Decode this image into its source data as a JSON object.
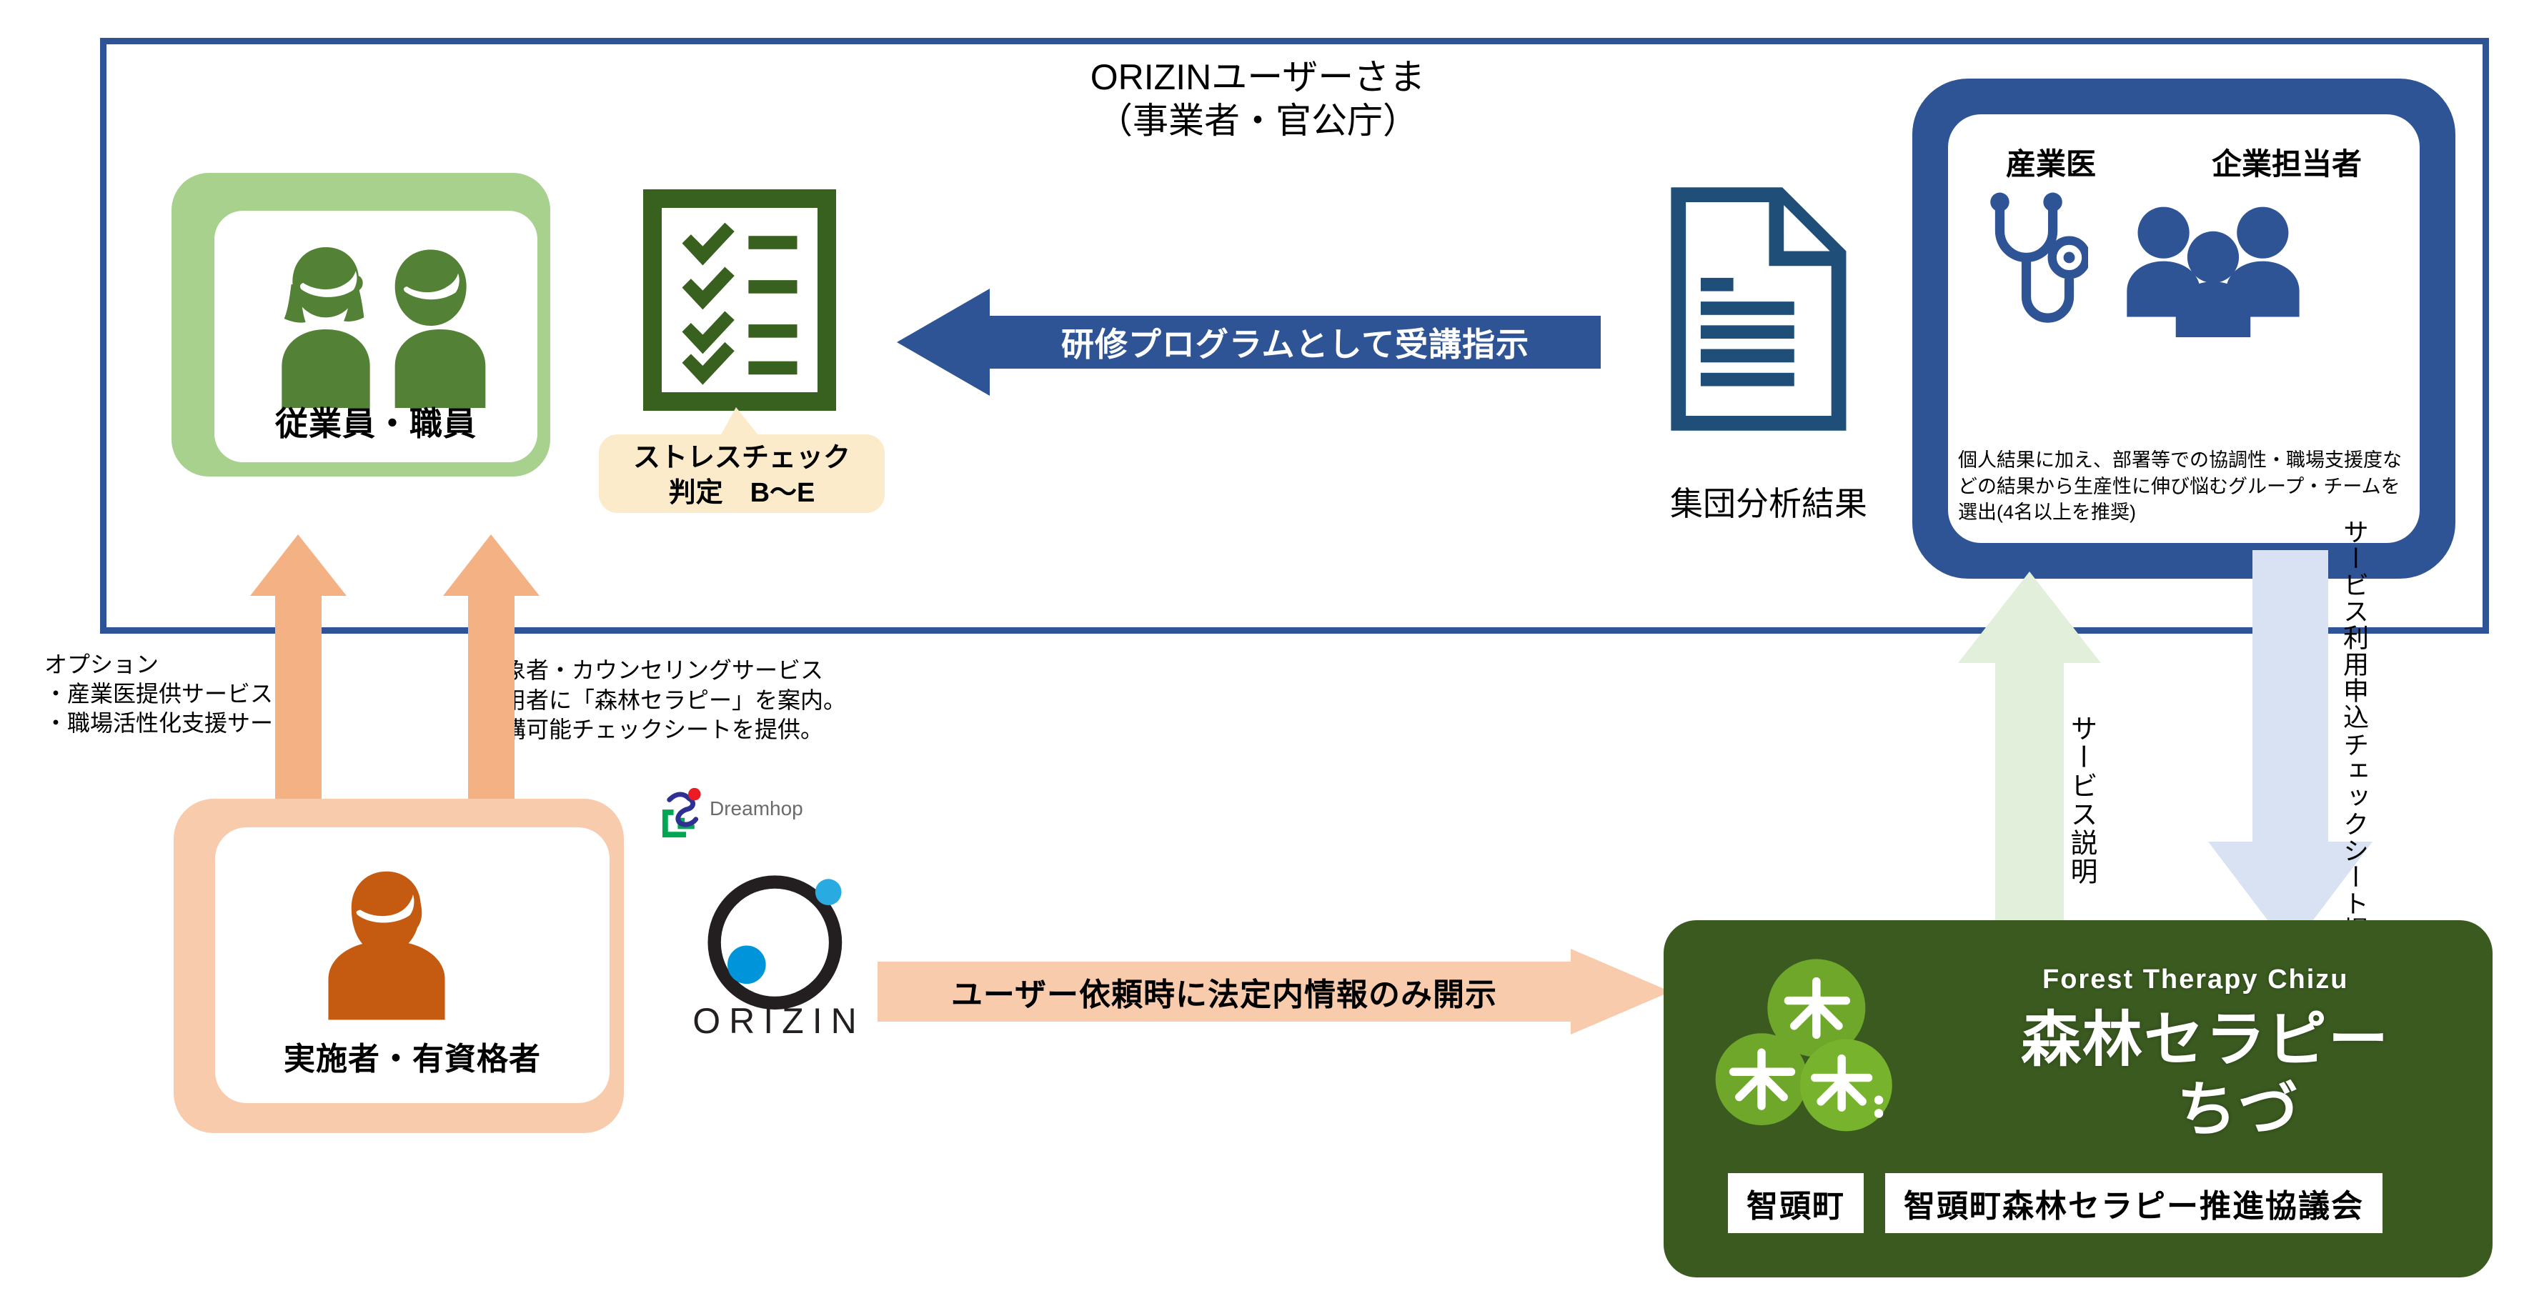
{
  "frame": {
    "title": "ORIZINユーザーさま\n（事業者・官公庁）",
    "border_color": "#2E5496"
  },
  "employees": {
    "label": "従業員・職員",
    "card_color": "#A9D18E",
    "icon": "two-people-icon"
  },
  "checklist": {
    "icon": "checklist-icon",
    "color": "#38601F"
  },
  "stress_callout": {
    "text": "ストレスチェック\n判定　B～E",
    "bg": "#FCEBCB"
  },
  "training_arrow": {
    "label": "研修プログラムとして受講指示",
    "color": "#2E5496",
    "direction": "left"
  },
  "group_analysis": {
    "label": "集団分析結果",
    "icon": "document-icon",
    "color": "#1F4E79"
  },
  "blue_box": {
    "heading_left": "産業医",
    "heading_right": "企業担当者",
    "icon_left": "stethoscope-icon",
    "icon_right": "people-group-icon",
    "description": "個人結果に加え、部署等での協調性・職場支援度などの結果から生産性に伸び悩むグループ・チームを選出(4名以上を推奨)",
    "color": "#2E5496"
  },
  "service_arrow": {
    "label": "サービス説明",
    "color": "#E2EFDA",
    "direction": "up"
  },
  "apply_arrow": {
    "label_line1": "チェックシート提出",
    "label_line2": "サービス利用申込",
    "color": "#D9E2F3",
    "direction": "down"
  },
  "notes": {
    "option": "オプション\n・産業医提供サービス\n・職場活性化支援サービス",
    "target": "対象者・カウンセリングサービス\n利用者に「森林セラピー」を案内。\n受講可能チェックシートを提供。"
  },
  "up_arrows": {
    "color": "#F4B183",
    "count": 2
  },
  "practitioner": {
    "label": "実施者・有資格者",
    "card_color": "#F8CBAD",
    "icon": "person-icon",
    "icon_color": "#C55A11"
  },
  "logos": {
    "dreamhop": {
      "text": "Dreamhop",
      "icon": "runner-icon"
    },
    "orizin": {
      "text": "ORIZIN",
      "icon": "circle-logo-icon"
    }
  },
  "disclose_arrow": {
    "label": "ユーザー依頼時に法定内情報のみ開示",
    "color": "#F8CBAD",
    "direction": "right"
  },
  "forest_box": {
    "english": "Forest Therapy Chizu",
    "jp_line1": "森林セラピー",
    "jp_line2": "ちづ",
    "badge_left": "智頭町",
    "badge_right": "智頭町森林セラピー推進協議会",
    "bg": "#3A5A20",
    "logo_icon": "three-trees-icon",
    "logo_circle_color": "#6FA72B"
  }
}
